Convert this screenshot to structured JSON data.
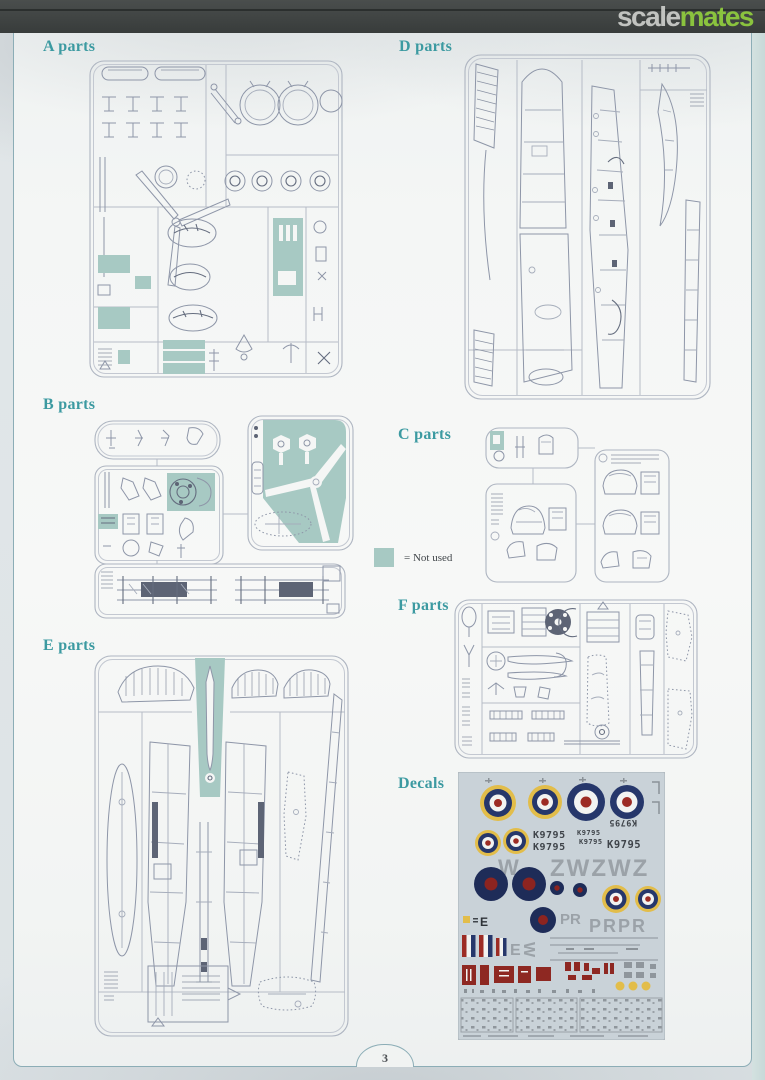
{
  "header": {
    "logo": {
      "part1": "scale",
      "part2": "mates"
    },
    "logo_color_scale": "#c1c3c0",
    "logo_color_mates": "#8ac33e",
    "bar_color": "#3c403f"
  },
  "sections": {
    "a_parts": "A parts",
    "b_parts": "B parts",
    "c_parts": "C parts",
    "d_parts": "D parts",
    "e_parts": "E parts",
    "f_parts": "F parts",
    "decals": "Decals"
  },
  "legend": {
    "not_used": "= Not used",
    "swatch_color": "#a7c9c3"
  },
  "footer": {
    "page_number": "3"
  },
  "decal_sheet": {
    "serial": "K9795",
    "codes_zw_partial": "W",
    "codes_zw": "ZWZWZ",
    "codes_pr_small": "PR",
    "codes_pr_large": "PRPR",
    "letter_e_black": "E",
    "letter_e_gray": "E",
    "letter_w_gray": "W",
    "colors": {
      "sheet_background": "#c9d2d8",
      "roundel_blue": "#26376b",
      "roundel_red": "#9c2b24",
      "roundel_yellow": "#e2bd4a",
      "stencil_red": "#8e2822",
      "code_gray": "#9ba2a8"
    }
  }
}
